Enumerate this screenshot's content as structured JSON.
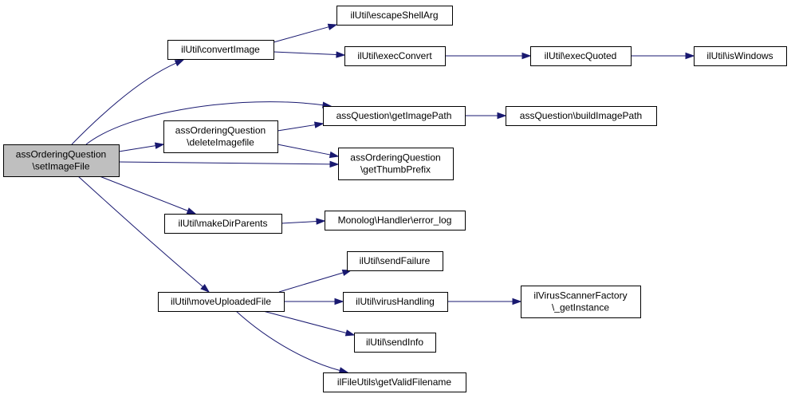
{
  "nodes": {
    "root": [
      "assOrderingQuestion",
      "\\setImageFile"
    ],
    "convertImage": [
      "ilUtil\\convertImage"
    ],
    "escapeShellArg": [
      "ilUtil\\escapeShellArg"
    ],
    "execConvert": [
      "ilUtil\\execConvert"
    ],
    "execQuoted": [
      "ilUtil\\execQuoted"
    ],
    "isWindows": [
      "ilUtil\\isWindows"
    ],
    "deleteImagefile": [
      "assOrderingQuestion",
      "\\deleteImagefile"
    ],
    "getImagePath": [
      "assQuestion\\getImagePath"
    ],
    "buildImagePath": [
      "assQuestion\\buildImagePath"
    ],
    "getThumbPrefix": [
      "assOrderingQuestion",
      "\\getThumbPrefix"
    ],
    "makeDirParents": [
      "ilUtil\\makeDirParents"
    ],
    "errorLog": [
      "Monolog\\Handler\\error_log"
    ],
    "moveUploadedFile": [
      "ilUtil\\moveUploadedFile"
    ],
    "sendFailure": [
      "ilUtil\\sendFailure"
    ],
    "virusHandling": [
      "ilUtil\\virusHandling"
    ],
    "virusScannerFactory": [
      "ilVirusScannerFactory",
      "\\_getInstance"
    ],
    "sendInfo": [
      "ilUtil\\sendInfo"
    ],
    "getValidFilename": [
      "ilFileUtils\\getValidFilename"
    ]
  },
  "edges": [
    [
      "root",
      "convertImage"
    ],
    [
      "root",
      "getImagePath"
    ],
    [
      "root",
      "deleteImagefile"
    ],
    [
      "root",
      "getThumbPrefix"
    ],
    [
      "root",
      "makeDirParents"
    ],
    [
      "root",
      "moveUploadedFile"
    ],
    [
      "convertImage",
      "escapeShellArg"
    ],
    [
      "convertImage",
      "execConvert"
    ],
    [
      "execConvert",
      "execQuoted"
    ],
    [
      "execQuoted",
      "isWindows"
    ],
    [
      "deleteImagefile",
      "getImagePath"
    ],
    [
      "deleteImagefile",
      "getThumbPrefix"
    ],
    [
      "getImagePath",
      "buildImagePath"
    ],
    [
      "makeDirParents",
      "errorLog"
    ],
    [
      "moveUploadedFile",
      "sendFailure"
    ],
    [
      "moveUploadedFile",
      "virusHandling"
    ],
    [
      "moveUploadedFile",
      "sendInfo"
    ],
    [
      "moveUploadedFile",
      "getValidFilename"
    ],
    [
      "virusHandling",
      "virusScannerFactory"
    ]
  ],
  "colors": {
    "edge": "#191970",
    "root_fill": "#bfbfbf",
    "node_fill": "#ffffff",
    "node_border": "#000000"
  }
}
